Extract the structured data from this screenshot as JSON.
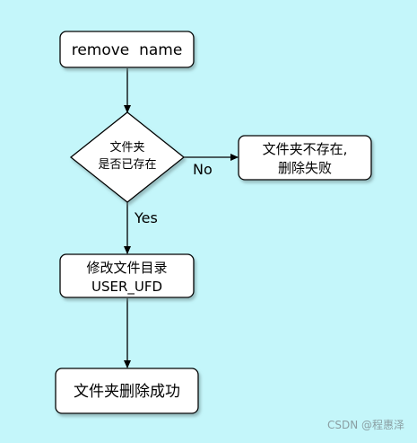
{
  "flowchart": {
    "nodes": {
      "start": {
        "text": "remove  name"
      },
      "decision": {
        "line1": "文件夹",
        "line2": "是否已存在"
      },
      "fail": {
        "line1": "文件夹不存在,",
        "line2": "删除失败"
      },
      "modify": {
        "line1": "修改文件目录",
        "line2": "USER_UFD"
      },
      "success": {
        "text": "文件夹删除成功"
      }
    },
    "edges": {
      "no_label": "No",
      "yes_label": "Yes"
    }
  },
  "watermark": "CSDN @程惠泽",
  "colors": {
    "background": "#c4f6fa",
    "node_fill": "#ffffff",
    "stroke": "#000000",
    "shadow": "#7a9a9c"
  }
}
